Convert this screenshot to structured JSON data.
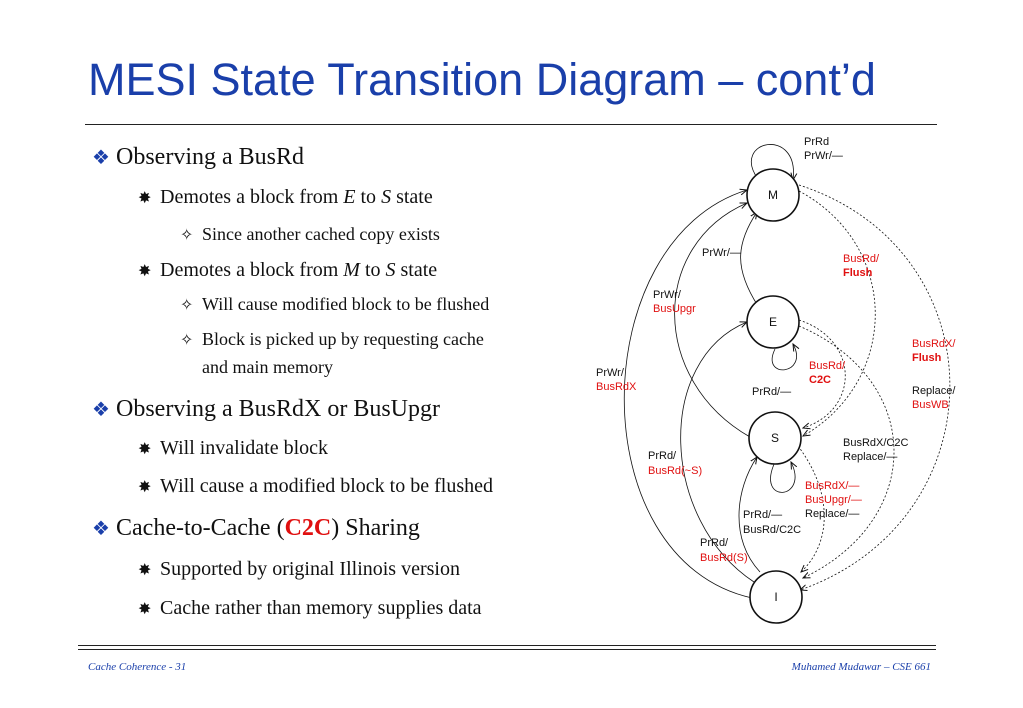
{
  "title": "MESI State Transition Diagram – cont’d",
  "bullets": [
    {
      "marker": "❖",
      "text": "Observing a BusRd"
    },
    {
      "marker": "✸",
      "pre": "Demotes a block from ",
      "a": "E",
      "mid": " to ",
      "b": "S",
      "post": " state"
    },
    {
      "marker": "✧",
      "text": "Since another cached copy exists"
    },
    {
      "marker": "✸",
      "pre": "Demotes a block from ",
      "a": "M",
      "mid": " to ",
      "b": "S",
      "post": " state"
    },
    {
      "marker": "✧",
      "text": "Will cause modified block to be flushed"
    },
    {
      "marker": "✧",
      "text": "Block is picked up by requesting cache",
      "text2": "and main memory"
    },
    {
      "marker": "❖",
      "text": "Observing a BusRdX or BusUpgr"
    },
    {
      "marker": "✸",
      "text": "Will invalidate block"
    },
    {
      "marker": "✸",
      "text": "Will cause a modified block to be flushed"
    },
    {
      "marker": "❖",
      "pre": "Cache-to-Cache (",
      "hl": "C2C",
      "post": ") Sharing"
    },
    {
      "marker": "✸",
      "text": "Supported by original Illinois version"
    },
    {
      "marker": "✸",
      "text": "Cache rather than memory supplies data"
    }
  ],
  "diagram": {
    "states": [
      "M",
      "E",
      "S",
      "I"
    ],
    "labels": {
      "m_self_1": "PrRd",
      "m_self_2": "PrWr/—",
      "e_to_m": "PrWr/—",
      "s_to_m_1": "PrWr/",
      "s_to_m_2": "BusUpgr",
      "i_to_m_1": "PrWr/",
      "i_to_m_2": "BusRdX",
      "m_to_s_1": "BusRd/",
      "m_to_s_2": "Flush",
      "m_to_i_1": "BusRdX/",
      "m_to_i_2": "Flush",
      "m_to_i_3": "Replace/",
      "m_to_i_4": "BusWB",
      "e_to_s_1": "BusRd/",
      "e_to_s_2": "C2C",
      "e_self": "PrRd/—",
      "e_to_i_1a": "BusRdX/",
      "e_to_i_1b": "C2C",
      "e_to_i_2": "Replace/—",
      "i_to_s_1": "PrRd/",
      "i_to_s_2": "BusRd(~S)",
      "s_to_i_1": "BusRdX/—",
      "s_to_i_2": "BusUpgr/—",
      "s_to_i_3": "Replace/—",
      "s_self_1": "PrRd/—",
      "s_self_2a": "BusRd/",
      "s_self_2b": "C2C",
      "i_to_e_1": "PrRd/",
      "i_to_e_2": "BusRd(S)"
    },
    "colors": {
      "label_red": "#e01010",
      "title_blue": "#1a3faa"
    }
  },
  "footer": {
    "left": "Cache Coherence - 31",
    "right": "Muhamed Mudawar – CSE 661"
  }
}
